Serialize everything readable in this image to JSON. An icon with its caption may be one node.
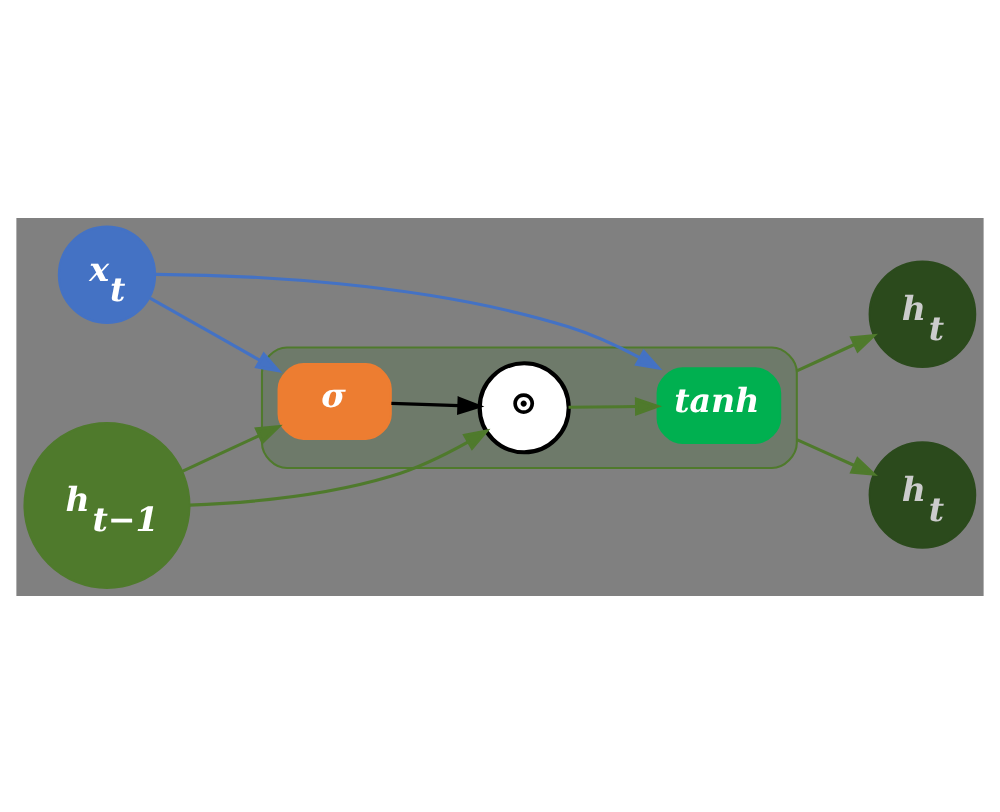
{
  "diagram": {
    "nodes": [
      {
        "text": [],
        "shape": "box"
      },
      {
        "text": [
          "h$_{t−1}$"
        ]
      },
      {
        "text": [
          "x$_{t}$"
        ]
      },
      {
        "text": [
          "σ"
        ],
        "in": 0
      },
      {
        "text": [
          "⊙"
        ],
        "in": 0
      },
      {
        "text": [
          "tanh"
        ],
        "in": 0
      },
      {
        "text": [
          "h$_{t}$"
        ]
      },
      {
        "text": [
          "h$_{t}$"
        ]
      }
    ],
    "edges": [
      {
        "from": 1,
        "to": 4,
        "arrow": "to"
      },
      {
        "from": 1,
        "to": 3,
        "arrow": "to"
      },
      {
        "from": 2,
        "to": 3,
        "arrow": "to",
        "color": "#4472c4"
      },
      {
        "from": 2,
        "to": 5,
        "arrow": "to",
        "color": "#4472c4"
      },
      {
        "from": 3,
        "to": 4,
        "arrow": "to",
        "color": "#000000"
      },
      {
        "from": 4,
        "to": 5,
        "arrow": "to"
      },
      {
        "from": 0,
        "to": 6,
        "arrow": "to"
      },
      {
        "from": 0,
        "to": 7,
        "arrow": "to"
      }
    ]
  }
}
